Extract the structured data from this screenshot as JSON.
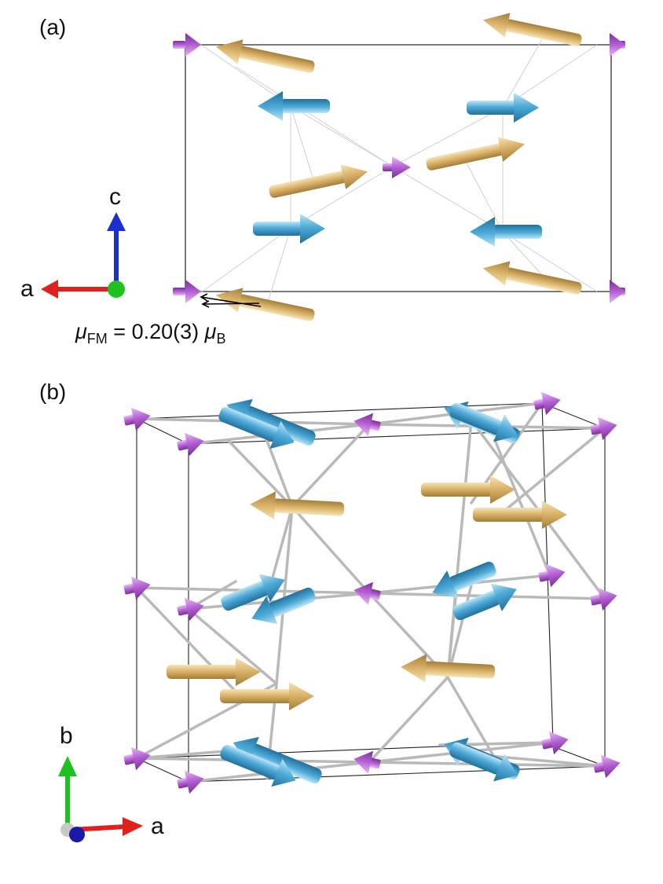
{
  "figure": {
    "panels": [
      {
        "label": "(a)",
        "view_axes": [
          "a",
          "c"
        ]
      },
      {
        "label": "(b)",
        "view_axes": [
          "b",
          "a"
        ]
      }
    ],
    "moment_annotation": {
      "symbol": "μ",
      "subscript": "FM",
      "equals": " = ",
      "value": "0.20(3)",
      "unit_symbol": "μ",
      "unit_subscript": "B"
    },
    "axes_a": {
      "horizontal": "a",
      "vertical": "c"
    },
    "axes_b": {
      "horizontal": "a",
      "vertical": "b"
    },
    "colors": {
      "purple_moment": "#b05ccf",
      "gold_moment": "#d9b36a",
      "blue_moment": "#4faad6",
      "axis_red": "#e0201b",
      "axis_blue": "#1a2fd0",
      "axis_green": "#1ec21e",
      "bond": "#b9b9b9",
      "cell_edge": "#222222"
    },
    "icons": [
      "purple-spin-arrow",
      "gold-spin-arrow",
      "blue-spin-arrow",
      "unit-cell",
      "axis-triad"
    ]
  }
}
